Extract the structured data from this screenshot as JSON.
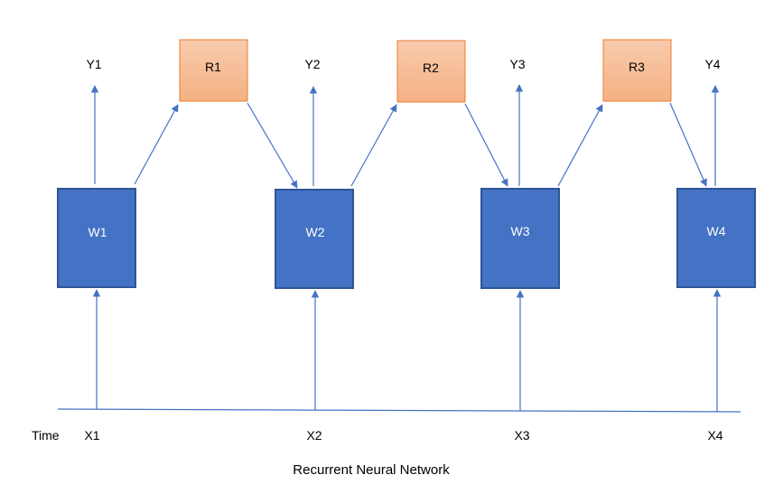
{
  "diagram": {
    "caption": "Recurrent Neural Network",
    "time_label": "Time",
    "inputs": [
      "X1",
      "X2",
      "X3",
      "X4"
    ],
    "cells": [
      "W1",
      "W2",
      "W3",
      "W4"
    ],
    "outputs": [
      "Y1",
      "Y2",
      "Y3",
      "Y4"
    ],
    "recurrent": [
      "R1",
      "R2",
      "R3"
    ],
    "colors": {
      "cell_fill": "#4472C4",
      "cell_border": "#2F5597",
      "recurrent_fill_top": "#F8CBAD",
      "recurrent_fill_bottom": "#F4B183",
      "recurrent_border": "#ED7D31",
      "arrow": "#4472C4"
    }
  }
}
